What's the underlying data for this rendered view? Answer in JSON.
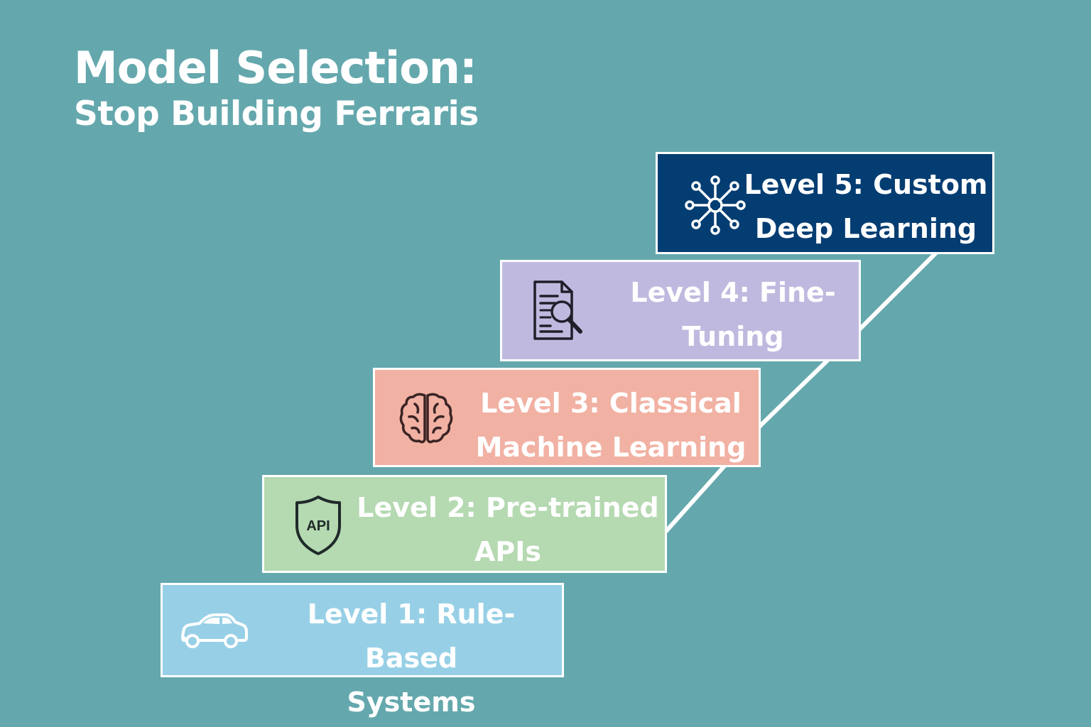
{
  "header": {
    "title": "Model Selection:",
    "subtitle": "Stop Building Ferraris"
  },
  "colors": {
    "background": "#64a8ad",
    "level_1": "#97d0e6",
    "level_2": "#b5d9b1",
    "level_3": "#f1b1a3",
    "level_4": "#c0b9df",
    "level_5": "#033d72"
  },
  "levels": [
    {
      "label": "Level 1: Rule-Based\nSystems",
      "icon": "car-icon"
    },
    {
      "label": "Level 2: Pre-trained\nAPIs",
      "icon": "api-shield-icon"
    },
    {
      "label": "Level 3: Classical\nMachine Learning",
      "icon": "brain-icon"
    },
    {
      "label": "Level 4: Fine-\nTuning",
      "icon": "document-search-icon"
    },
    {
      "label": "Level 5: Custom\nDeep Learning",
      "icon": "neural-network-icon"
    }
  ]
}
